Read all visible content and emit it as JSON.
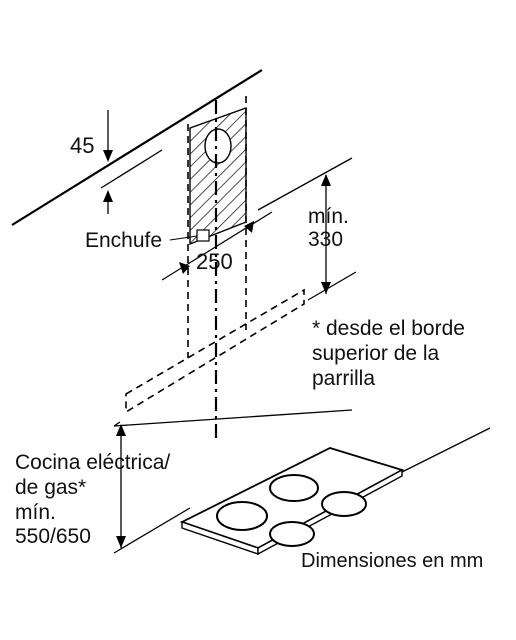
{
  "labels": {
    "dim_45": "45",
    "socket": "Enchufe",
    "dim_250": "250",
    "min_330": "mín.\n330",
    "note": "* desde el borde\nsuperior de la\nparrilla",
    "hob_clearance": "Cocina eléctrica/\nde gas*\nmín.\n550/650",
    "units": "Dimensiones en mm"
  },
  "colors": {
    "line": "#000000",
    "hatch": "#222222",
    "text": "#111111",
    "background": "#ffffff"
  }
}
